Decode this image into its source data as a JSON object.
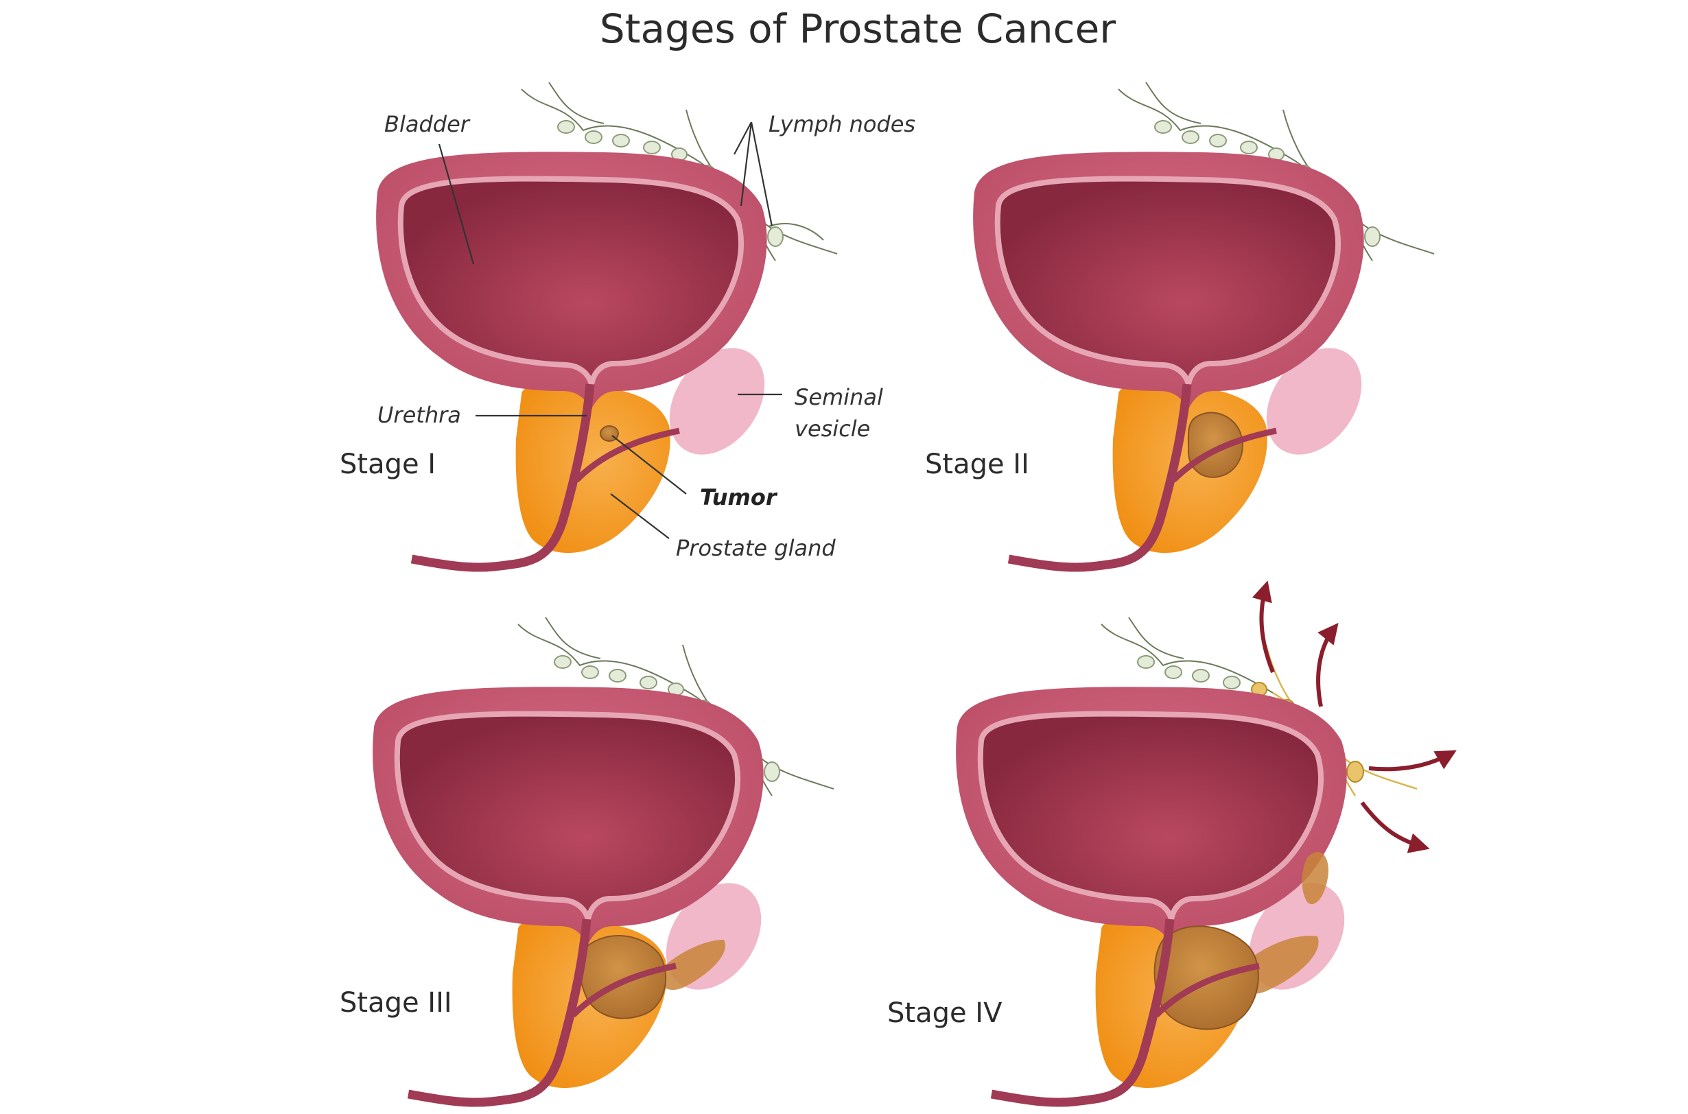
{
  "title": "Stages of Prostate Cancer",
  "colors": {
    "bladder_wall": "#c85a72",
    "bladder_lining": "#e7a6b4",
    "bladder_cavity": "#8e2f4a",
    "bladder_cavity_center": "#b7475f",
    "prostate": "#f59a1e",
    "prostate_light": "#f7ad45",
    "seminal_vesicle": "#f0b8c8",
    "urethra": "#a03a55",
    "tumor": "#c8843a",
    "lymph_node": "#e4ecd9",
    "lymph_node_cancer": "#e9c46a",
    "metastasis_arrow": "#8b1e2d"
  },
  "labels": {
    "bladder": "Bladder",
    "lymph_nodes": "Lymph nodes",
    "urethra": "Urethra",
    "seminal_vesicle_line1": "Seminal",
    "seminal_vesicle_line2": "vesicle",
    "tumor": "Tumor",
    "prostate_gland": "Prostate gland"
  },
  "stages": [
    {
      "label": "Stage I"
    },
    {
      "label": "Stage II"
    },
    {
      "label": "Stage III"
    },
    {
      "label": "Stage IV"
    }
  ]
}
